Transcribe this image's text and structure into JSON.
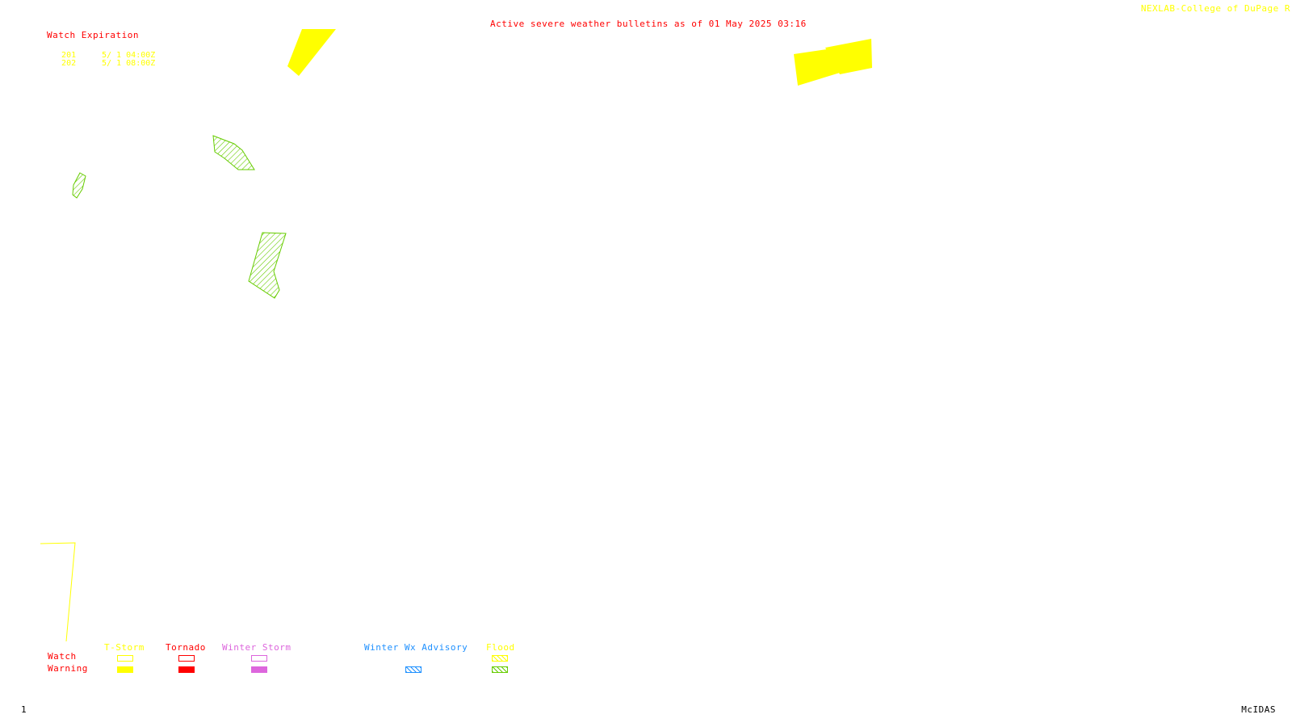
{
  "credit": "NEXLAB-College of DuPage R",
  "title": "Active severe weather bulletins as of 01 May 2025 03:16",
  "watch_expiration": {
    "heading": "Watch Expiration",
    "rows": [
      {
        "id": "201",
        "expires": "5/ 1 04:00Z"
      },
      {
        "id": "202",
        "expires": "5/ 1 08:00Z"
      }
    ]
  },
  "legend": {
    "row_labels": {
      "watch": "Watch",
      "warning": "Warning"
    },
    "categories": [
      {
        "label": "T-Storm",
        "color": "#ffff00",
        "watch_style": "outline",
        "warning_style": "solid"
      },
      {
        "label": "Tornado",
        "color": "#ff0000",
        "watch_style": "outline",
        "warning_style": "solid"
      },
      {
        "label": "Winter Storm",
        "color": "#dd66dd",
        "watch_style": "outline",
        "warning_style": "solid"
      },
      {
        "label": "Winter Wx Advisory",
        "color": "#1e90ff",
        "watch_style": "none",
        "warning_style": "hatched"
      },
      {
        "label": "Flood",
        "color": "#ffff00",
        "watch_style": "hatched",
        "warning_style": "hatched"
      }
    ],
    "flood_warning_color": "#66cc00"
  },
  "frame_number": "1",
  "software": "McIDAS",
  "colors": {
    "tstorm_watch": "#ffff00",
    "flood_warning": "#66cc00",
    "title": "#ff0000"
  }
}
